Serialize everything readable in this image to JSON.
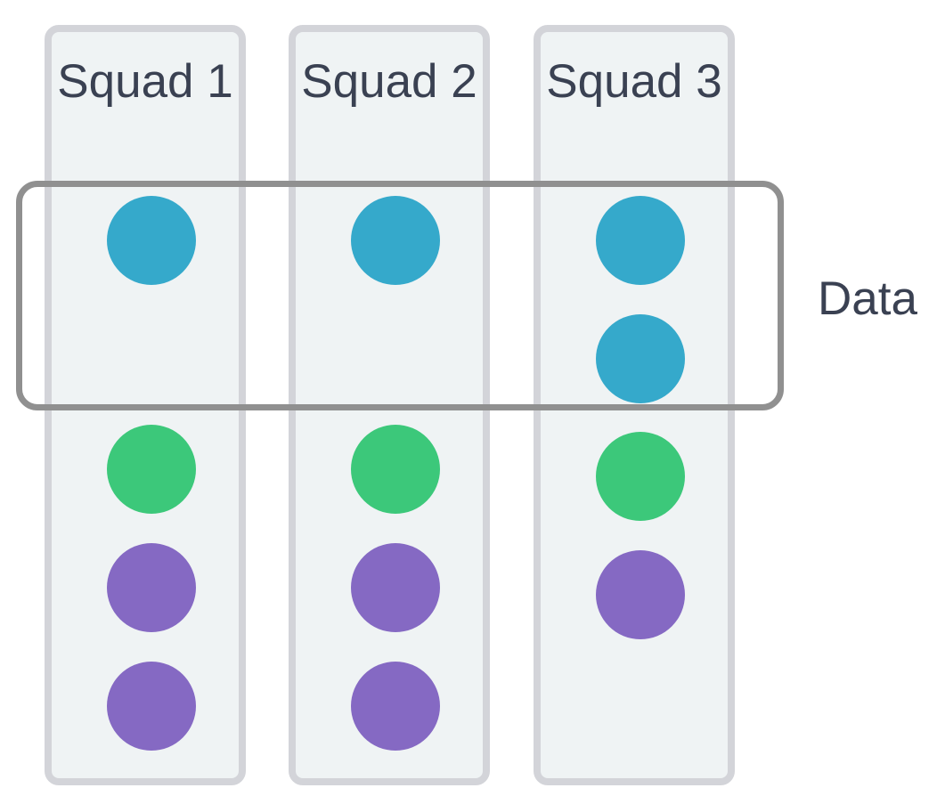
{
  "squads": [
    {
      "title": "Squad 1",
      "members": [
        "data",
        "green",
        "purple",
        "purple"
      ]
    },
    {
      "title": "Squad 2",
      "members": [
        "data",
        "green",
        "purple",
        "purple"
      ]
    },
    {
      "title": "Squad 3",
      "members": [
        "data",
        "data",
        "green",
        "purple"
      ]
    }
  ],
  "group_label": "Data",
  "colors": {
    "data": "#35a9cb",
    "green": "#3cc87a",
    "purple": "#8569c3",
    "column_fill": "#eff3f4",
    "column_border": "#d3d4d9",
    "group_border": "#909090",
    "text": "#3a4152"
  }
}
